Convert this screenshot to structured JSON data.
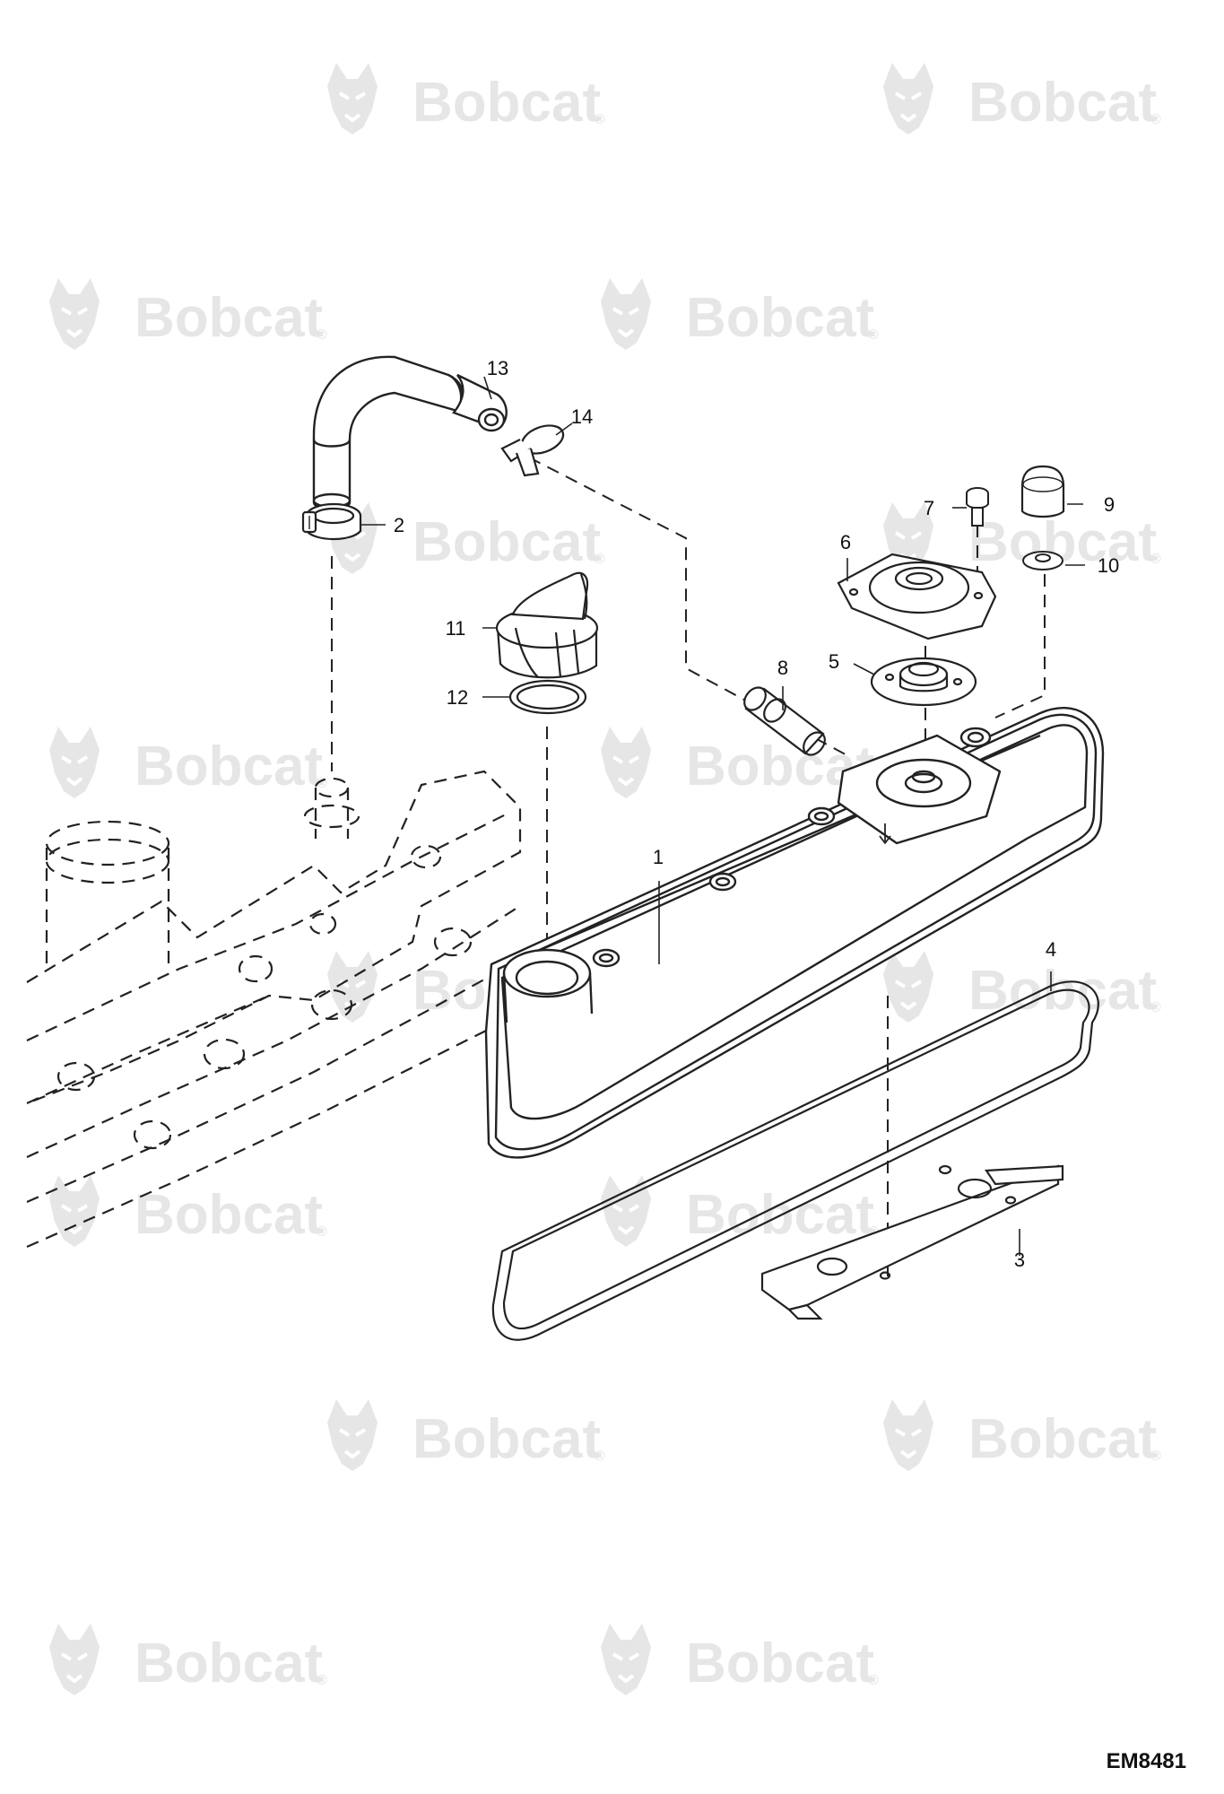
{
  "watermark": {
    "text": "Bobcat",
    "mark": "®",
    "color": "#e6e6e6"
  },
  "drawing_id": "EM8481",
  "callouts": [
    "1",
    "2",
    "3",
    "4",
    "5",
    "6",
    "7",
    "8",
    "9",
    "10",
    "11",
    "12",
    "13",
    "14"
  ],
  "colors": {
    "line": "#222222",
    "background": "#ffffff"
  },
  "icons": {
    "watermark_logo": "bobcat-head-icon"
  }
}
